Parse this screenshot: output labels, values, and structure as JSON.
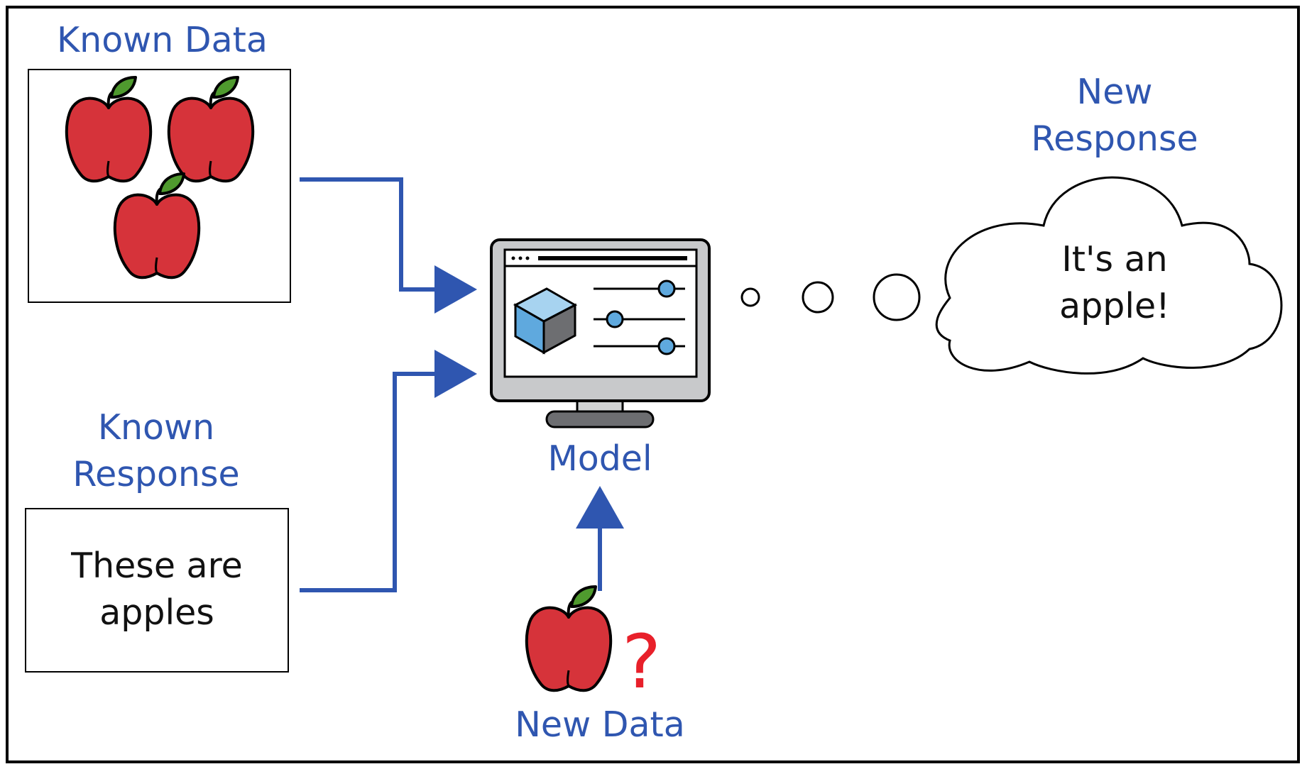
{
  "known_data": {
    "label": "Known Data"
  },
  "known_response": {
    "label_line1": "Known",
    "label_line2": "Response",
    "text_line1": "These are",
    "text_line2": "apples"
  },
  "model": {
    "label": "Model"
  },
  "new_data": {
    "label": "New Data",
    "question": "?"
  },
  "new_response": {
    "label_line1": "New",
    "label_line2": "Response",
    "text_line1": "It's an",
    "text_line2": "apple!"
  },
  "colors": {
    "accent_blue": "#2f56b0",
    "apple_red": "#d6333a",
    "leaf_green": "#4f9a2e",
    "question_red": "#e8202a"
  }
}
